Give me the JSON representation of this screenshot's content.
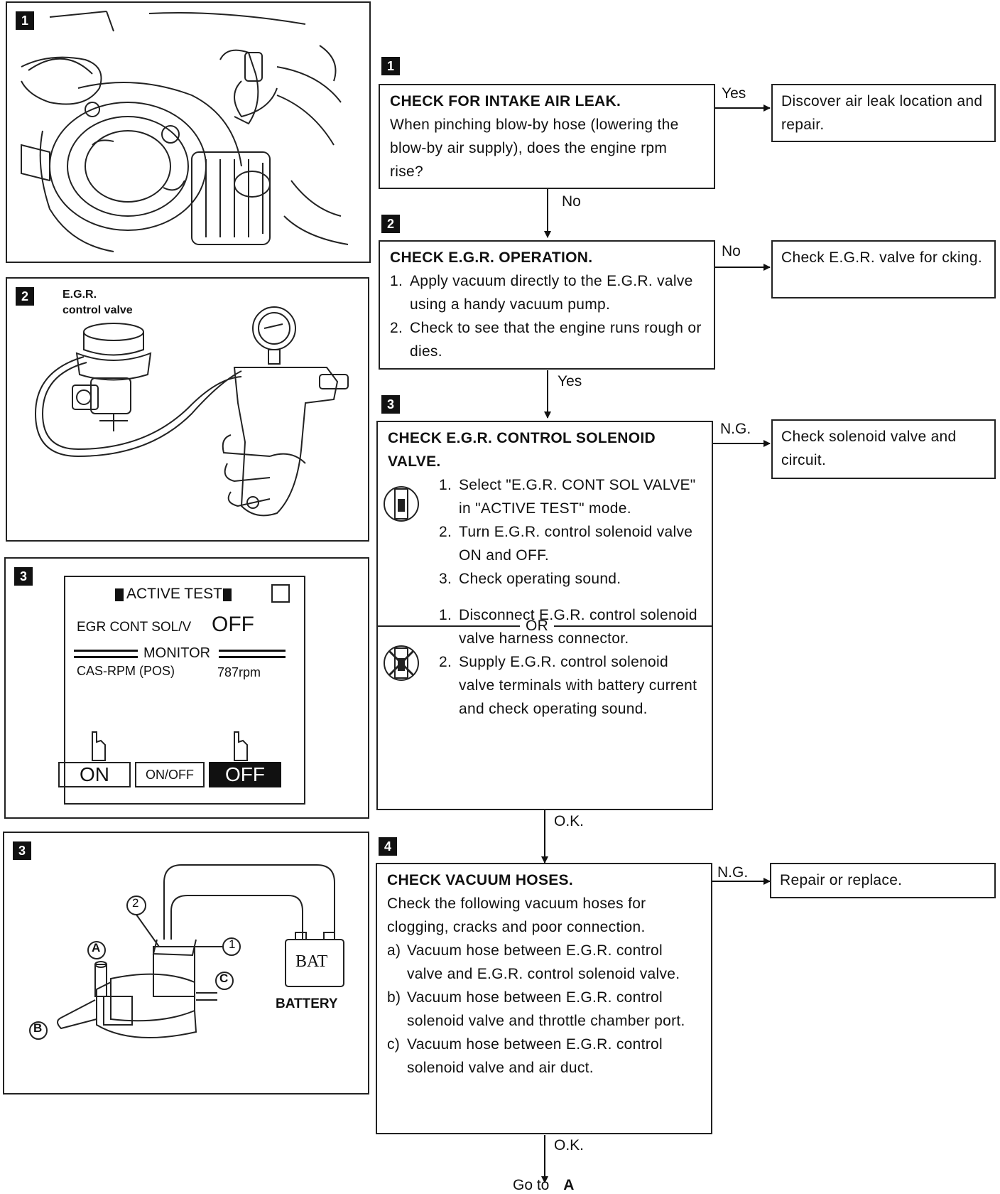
{
  "step_badges": [
    "1",
    "2",
    "3",
    "3",
    "1",
    "2",
    "3",
    "4"
  ],
  "fig2": {
    "label": "E.G.R.\ncontrol valve"
  },
  "fig3_screen": {
    "title": "ACTIVE TEST",
    "item_label": "EGR CONT SOL/V",
    "item_value": "OFF",
    "monitor": "MONITOR",
    "monitor_item": "CAS-RPM (POS)",
    "monitor_value": "787rpm",
    "btn_on": "ON",
    "btn_onoff": "ON/OFF",
    "btn_off": "OFF"
  },
  "fig4": {
    "battery_label": "BATTERY",
    "bat": "BAT",
    "port_a": "A",
    "port_b": "B",
    "port_c": "C",
    "term_1": "1",
    "term_2": "2"
  },
  "steps": [
    {
      "title": "CHECK FOR INTAKE AIR LEAK.",
      "body": "When pinching blow-by hose (lowering the blow-by air supply), does the engine rpm rise?",
      "side_label": "Yes",
      "side_result": "Discover air leak location and repair.",
      "down_label": "No"
    },
    {
      "title": "CHECK E.G.R. OPERATION.",
      "items": [
        "Apply vacuum directly to the E.G.R. valve using a handy vacuum pump.",
        "Check to see that the engine runs rough or dies."
      ],
      "side_label": "No",
      "side_result": "Check E.G.R. valve for cking.",
      "down_label": "Yes"
    },
    {
      "title": "CHECK E.G.R. CONTROL SOLENOID VALVE.",
      "items_a": [
        "Select \"E.G.R. CONT SOL VALVE\" in \"ACTIVE TEST\" mode.",
        "Turn E.G.R. control solenoid valve ON and OFF.",
        "Check operating sound."
      ],
      "or_label": "OR",
      "items_b": [
        "Disconnect E.G.R. control solenoid valve harness connector.",
        "Supply E.G.R. control solenoid valve terminals with battery current and check operating sound."
      ],
      "side_label": "N.G.",
      "side_result": "Check solenoid valve and circuit.",
      "down_label": "O.K."
    },
    {
      "title": "CHECK VACUUM HOSES.",
      "body": "Check the following vacuum hoses for clogging, cracks and poor connection.",
      "items": [
        {
          "m": "a)",
          "t": "Vacuum hose between E.G.R. control valve and E.G.R. control solenoid valve."
        },
        {
          "m": "b)",
          "t": "Vacuum hose between E.G.R. control solenoid valve and throttle chamber port."
        },
        {
          "m": "c)",
          "t": "Vacuum hose between E.G.R. control solenoid valve and air duct."
        }
      ],
      "side_label": "N.G.",
      "side_result": "Repair or replace.",
      "down_label": "O.K."
    }
  ],
  "goto": {
    "prefix": "Go to",
    "target": "A"
  }
}
